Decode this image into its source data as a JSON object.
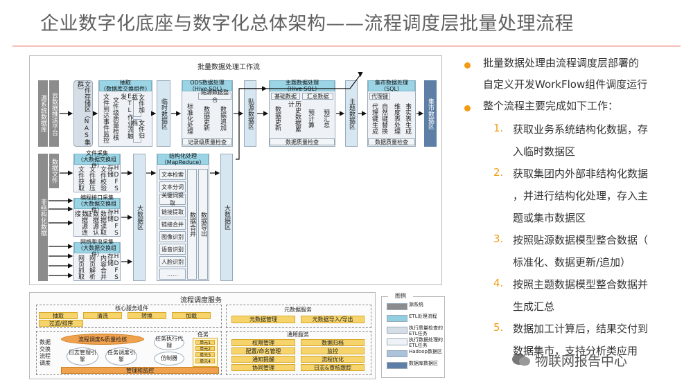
{
  "title": "企业数字化底座与数字化总体架构——流程调度层批量处理流程",
  "diagram": {
    "batch_title": "批量数据处理工作流",
    "src_sys": "源系统数据库",
    "cloud_platform": "云数据推送平台",
    "file_store": "文件存储区（NAS集群）",
    "extract_hdr": "抽取\n（数据库交换组件）",
    "ex_col1": "文件到达事件监控",
    "ex_col2": "文件级质量检核",
    "ex_col3": "ETL作业流触发",
    "ex_col4": "文件加载",
    "ex_col5": "文件归档",
    "temp_zone": "临时数据区",
    "ods_hdr": "ODS数据处理\n（Hive SQL）",
    "ods_sub": "贴源数据整合",
    "ods_c1": "标准化处理",
    "ods_c2": "数据更新",
    "ods_c3": "数据追加",
    "ods_qc": "记录级质量检查",
    "src_zone": "贴源数据区",
    "topic_hdr": "主题数据处理\n（Hive SQL）",
    "topic_sub1": "基础数据",
    "topic_sub2": "汇总数据",
    "tp_c1": "数据更新",
    "tp_c2": "历史数据累计",
    "tp_c3": "预计算",
    "tp_c4": "预汇总",
    "tp_qc": "数据质量检查",
    "topic_zone": "主题数据区",
    "mart_hdr": "集市数据处理\n（SQL）",
    "mart_sub": "代理键",
    "mt_c1": "代理键生成",
    "mt_c2": "自然键替换",
    "mt_c3": "维度表处理",
    "mt_c4": "事实表生成",
    "mt_qc": "数据质量检查",
    "mart_zone": "集市数据区",
    "unstructured": "非结构化数据",
    "data_file": "数据文件",
    "file_coll_hdr": "文件采集\n（大数据交换组件）",
    "fc_c1": "文件获取",
    "fc_c2": "文件解压",
    "fc_c3": "文件校验",
    "fc_c4": "HDFS存储",
    "api_hdr": "编程接口采集\n（大数据交换组件）",
    "api_c1": "数据源连接",
    "api_c2": "数据源认证",
    "api_c3": "数据读取",
    "api_c4": "HDFS存储",
    "web_hdr": "网络爬虫采集\n（大数据交换组件）",
    "web_c1": "网页抓取",
    "web_c2": "网页解析",
    "web_c3": "内容合并",
    "web_c4": "HDFS存储",
    "big_zone1": "大数据区",
    "struct_hdr": "结构化处理\n（MapReduce）",
    "struct_items": [
      "文本检索",
      "文本分词",
      "关键词提取",
      "链接提取",
      "链接合并",
      "图像识别",
      "语音识别",
      "人脸识别",
      "……"
    ],
    "struct_merge": "数据合并",
    "struct_out": "数据导出",
    "big_zone2": "大数据区",
    "sched_title": "流程调度服务",
    "core_comp": "核心服务组件",
    "core_items": [
      "抽取",
      "清洗",
      "转换",
      "加载"
    ],
    "filter_sort": "过滤/排序",
    "exch_flow": "数据交换流程调度",
    "flow_cyl": "流程调度&质量检核",
    "log_mgmt": "日志管理引擎",
    "flow_engine": "任务调度引擎",
    "task_exec": "任务执行代理",
    "simulator": "仿制器",
    "task": "任务",
    "task_items": [
      "单元1",
      "单元2",
      "单元3",
      "单元4"
    ],
    "mgmt_monitor": "管理和监控",
    "meta_hdr": "元数据服务",
    "meta_items": [
      "元数据管理",
      "元数据导入/导出"
    ],
    "common_hdr": "通用服务",
    "common_items": [
      "权限管理",
      "数据归档",
      "配置/命名管理",
      "监控",
      "通知提醒",
      "流程优化",
      "协同管理",
      "日志&审核跟踪"
    ],
    "legend_title": "图例",
    "legend": [
      {
        "label": "源系统",
        "color": "#8c8c8c"
      },
      {
        "label": "ETL处理流程",
        "color": "#8fcfe0"
      },
      {
        "label": "执行质量检查的ETL任务",
        "color": "#d5dde6"
      },
      {
        "label": "执行数据处理的ETL任务",
        "color": "#eef2f6"
      },
      {
        "label": "Hadoop数据区",
        "color": "#aac2da"
      },
      {
        "label": "数据库数据区",
        "color": "#5d7fa6"
      }
    ]
  },
  "bullets": [
    {
      "lines": [
        "批量数据处理由流程调度层部署的",
        "自定义开发WorkFlow组件调度运行"
      ]
    },
    {
      "lines": [
        "整个流程主要完成如下工作："
      ]
    }
  ],
  "steps": [
    {
      "num": "1.",
      "lines": [
        "获取业务系统结构化数据，存",
        "入临时数据区"
      ]
    },
    {
      "num": "2.",
      "lines": [
        "获取集团内外部非结构化数据",
        "，并进行结构化处理，存入主",
        "题或集市数据区"
      ]
    },
    {
      "num": "3.",
      "lines": [
        "按照贴源数据模型整合数据（",
        "标准化、数据更新/追加）"
      ]
    },
    {
      "num": "4.",
      "lines": [
        "按照主题数据模型整合数据并",
        "生成汇总"
      ]
    },
    {
      "num": "5.",
      "lines": [
        "数据加工计算后，结果交付到",
        "数据集市，支持分析类应用"
      ]
    }
  ],
  "watermark": "物联网报告中心"
}
